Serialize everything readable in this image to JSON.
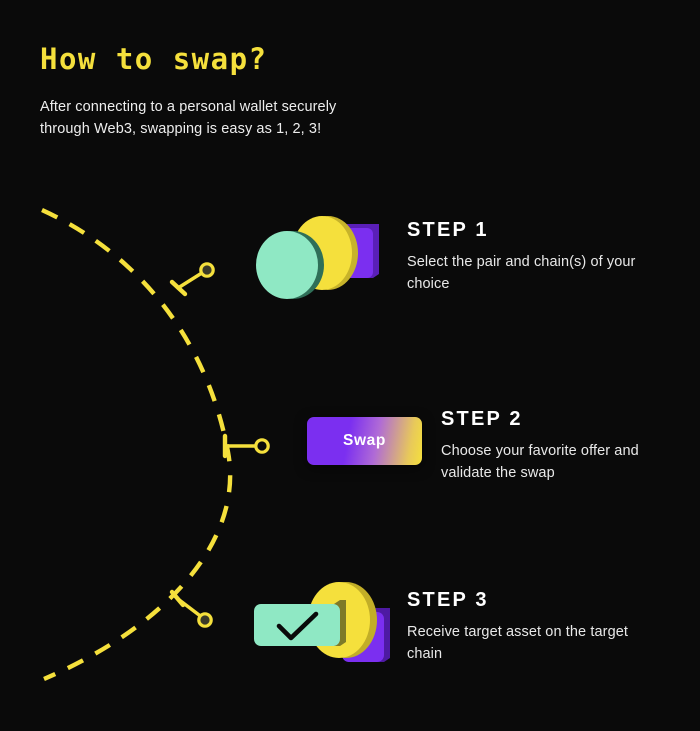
{
  "header": {
    "title": "How to swap?",
    "subtitle": "After connecting to a personal wallet securely through Web3, swapping is easy as 1, 2, 3!"
  },
  "steps": [
    {
      "heading": "STEP 1",
      "description": "Select the pair and chain(s) of your choice",
      "graphic": "two-coins-and-card-icon"
    },
    {
      "heading": "STEP 2",
      "description": "Choose your favorite offer and validate the swap",
      "graphic": "swap-button",
      "button_label": "Swap"
    },
    {
      "heading": "STEP 3",
      "description": "Receive target asset on the target chain",
      "graphic": "checkmark-coin-card-icon"
    }
  ],
  "path": {
    "style": "dashed-arc",
    "nodes": [
      {
        "label": "step-1-node"
      },
      {
        "label": "step-2-node"
      },
      {
        "label": "step-3-node"
      }
    ]
  },
  "colors": {
    "background": "#0a0a0a",
    "accent_yellow": "#F5E03C",
    "accent_mint": "#8FE8C4",
    "accent_purple": "#7B2FF0",
    "text_primary": "#FFFFFF",
    "text_secondary": "#E8E8E8"
  }
}
